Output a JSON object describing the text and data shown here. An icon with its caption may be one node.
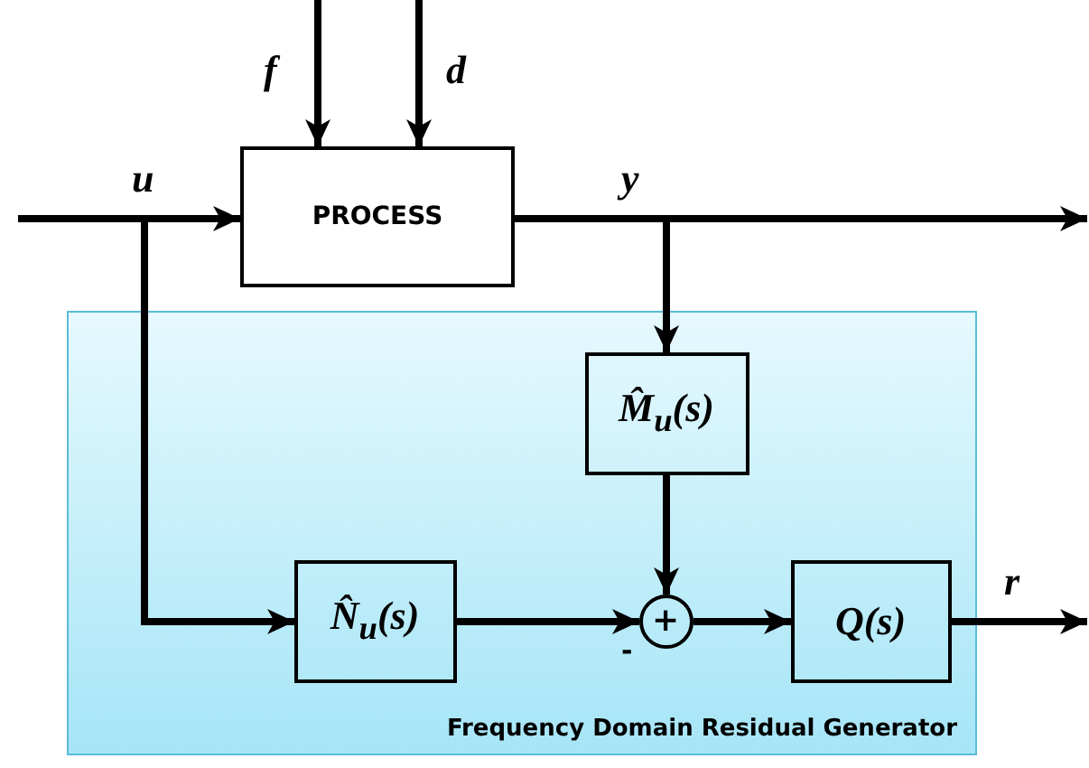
{
  "diagram": {
    "nodes": [
      {
        "text": [
          "Frequency Domain Residual Generator"
        ]
      },
      {
        "text": [
          "PROCESS"
        ]
      },
      {
        "text": [
          "M̂$_{u}$(s)"
        ],
        "in": 0
      },
      {
        "text": [
          "N̂$_{u}$(s)"
        ],
        "in": 0
      },
      {
        "text": [
          "+"
        ],
        "beside": [
          "-"
        ],
        "in": 0
      },
      {
        "text": [
          "Q(s)"
        ],
        "in": 0
      }
    ],
    "edges": [
      {
        "from": null,
        "to": 1,
        "arrow": "to",
        "label": "u"
      },
      {
        "from": null,
        "to": 3,
        "arrow": "to"
      },
      {
        "from": null,
        "to": 1,
        "arrow": "to",
        "label": "f"
      },
      {
        "from": null,
        "to": 1,
        "arrow": "to",
        "label": "d"
      },
      {
        "from": 1,
        "to": null,
        "arrow": "to",
        "label": "y"
      },
      {
        "from": 1,
        "to": 2,
        "arrow": "to"
      },
      {
        "from": 2,
        "to": 4,
        "arrow": "to"
      },
      {
        "from": 3,
        "to": 4,
        "arrow": "to"
      },
      {
        "from": 4,
        "to": 5,
        "arrow": "to"
      },
      {
        "from": 5,
        "to": null,
        "arrow": "to",
        "label": "r"
      }
    ]
  }
}
